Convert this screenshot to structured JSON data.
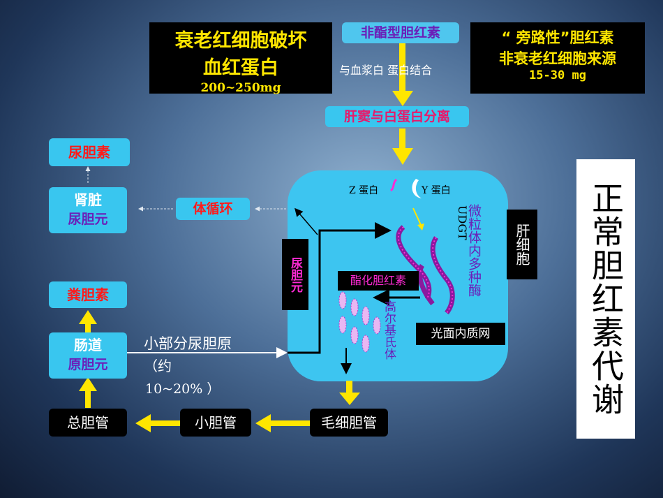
{
  "boxes": {
    "destroy_title": "衰老红细胞破坏",
    "destroy_sub": "血红蛋白",
    "destroy_amount": "200~250mg",
    "unconj": "非酯型胆红素",
    "bind_albumin": "与血浆白 蛋白结合",
    "bypass_title": "“ 旁路性”胆红素",
    "bypass_sub": "非衰老红细胞来源",
    "bypass_amount": "15-30 mg",
    "sinus_sep": "肝窦与白蛋白分离",
    "z_protein": "Z 蛋白",
    "y_protein": "Y 蛋白",
    "microsome": "微粒体内多种酶",
    "udgt": "UDGT",
    "hepatocyte": "肝细胞",
    "conj": "酯化胆红素",
    "golgi": "高尔基氏体",
    "ser": "光面内质网",
    "urobilinogen_v": "尿胆元",
    "circulation": "体循环",
    "kidney": "肾脏",
    "kidney_sub": "尿胆元",
    "urobilin": "尿胆素",
    "stercobilin": "粪胆素",
    "intestine": "肠道",
    "intestine_sub": "原胆元",
    "small_part": "小部分尿胆原",
    "approx": "（约",
    "percent": "10~20% ）",
    "capillary": "毛细胆管",
    "small_duct": "小胆管",
    "common_duct": "总胆管",
    "title": "正常胆红素代谢"
  },
  "colors": {
    "yellow": "#ffe600",
    "cyan": "#39c6ef",
    "red": "#ff1a1a",
    "purple": "#8a1a9e",
    "magenta": "#ff2ad4"
  }
}
